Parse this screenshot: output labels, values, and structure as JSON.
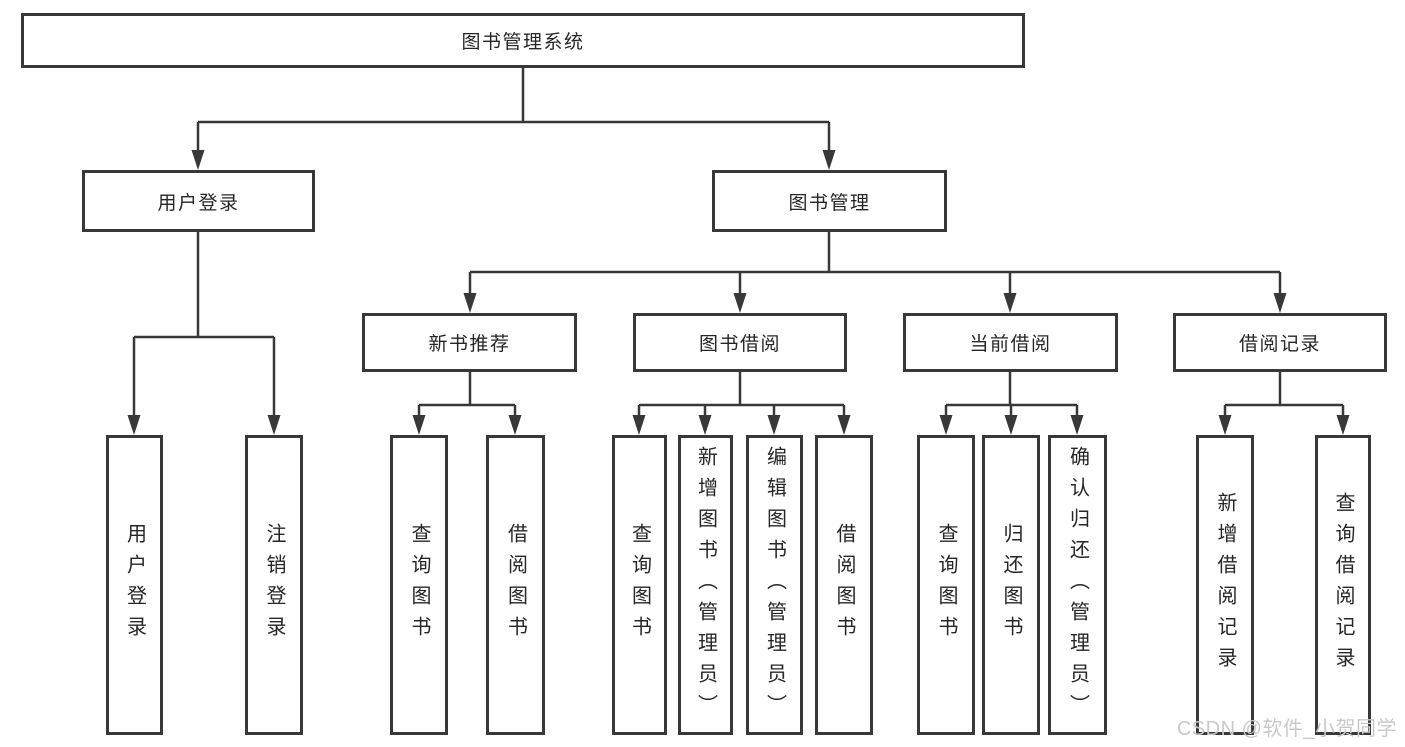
{
  "nodes": {
    "root": "图书管理系统",
    "user_login": "用户登录",
    "book_mgmt": "图书管理",
    "new_books": "新书推荐",
    "book_borrow": "图书借阅",
    "current_borrow": "当前借阅",
    "borrow_records": "借阅记录",
    "leaf_user_login": "用户登录",
    "leaf_logout": "注销登录",
    "leaf_nb_query": "查询图书",
    "leaf_nb_borrow": "借阅图书",
    "leaf_bb_query": "查询图书",
    "leaf_bb_add": "新增图书（管理员）",
    "leaf_bb_edit": "编辑图书（管理员）",
    "leaf_bb_borrow": "借阅图书",
    "leaf_cb_query": "查询图书",
    "leaf_cb_return": "归还图书",
    "leaf_cb_confirm": "确认归还（管理员）",
    "leaf_br_add": "新增借阅记录",
    "leaf_br_query": "查询借阅记录"
  },
  "watermark": "CSDN @软件_小贺同学",
  "colors": {
    "line": "#383838",
    "text": "#262626",
    "watermark": "#c9c9c9",
    "background": "#ffffff"
  }
}
